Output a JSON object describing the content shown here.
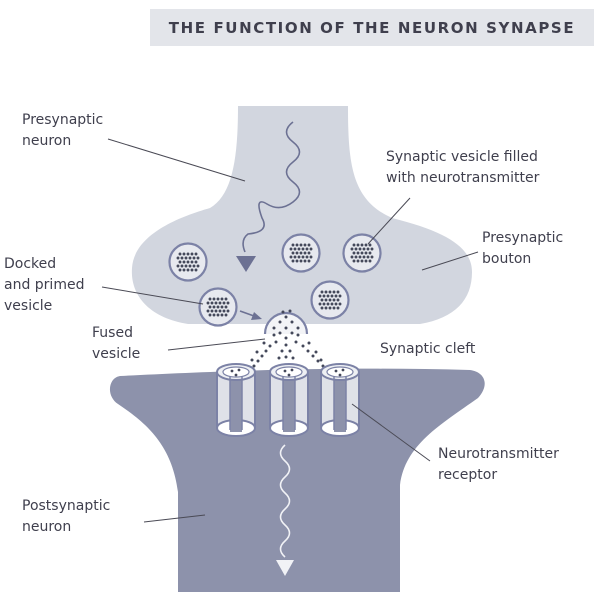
{
  "title": "THE FUNCTION OF THE NEURON SYNAPSE",
  "labels": {
    "presynaptic_neuron": [
      "Presynaptic",
      "neuron"
    ],
    "synaptic_vesicle": [
      "Synaptic vesicle filled",
      "with neurotransmitter"
    ],
    "presynaptic_bouton": [
      "Presynaptic",
      "bouton"
    ],
    "docked_vesicle": [
      "Docked",
      "and primed",
      "vesicle"
    ],
    "fused_vesicle": [
      "Fused",
      "vesicle"
    ],
    "synaptic_cleft": "Synaptic cleft",
    "receptor": [
      "Neurotransmitter",
      "receptor"
    ],
    "postsynaptic_neuron": [
      "Postsynaptic",
      "neuron"
    ]
  },
  "colors": {
    "presynaptic_fill": "#d2d6df",
    "postsynaptic_fill": "#8d92ab",
    "vesicle_stroke": "#7c82a6",
    "dot": "#44485a",
    "signal_arrow_dark": "#6c7193",
    "signal_arrow_light": "#f1f2f6",
    "title_bg": "#e3e5ea"
  }
}
